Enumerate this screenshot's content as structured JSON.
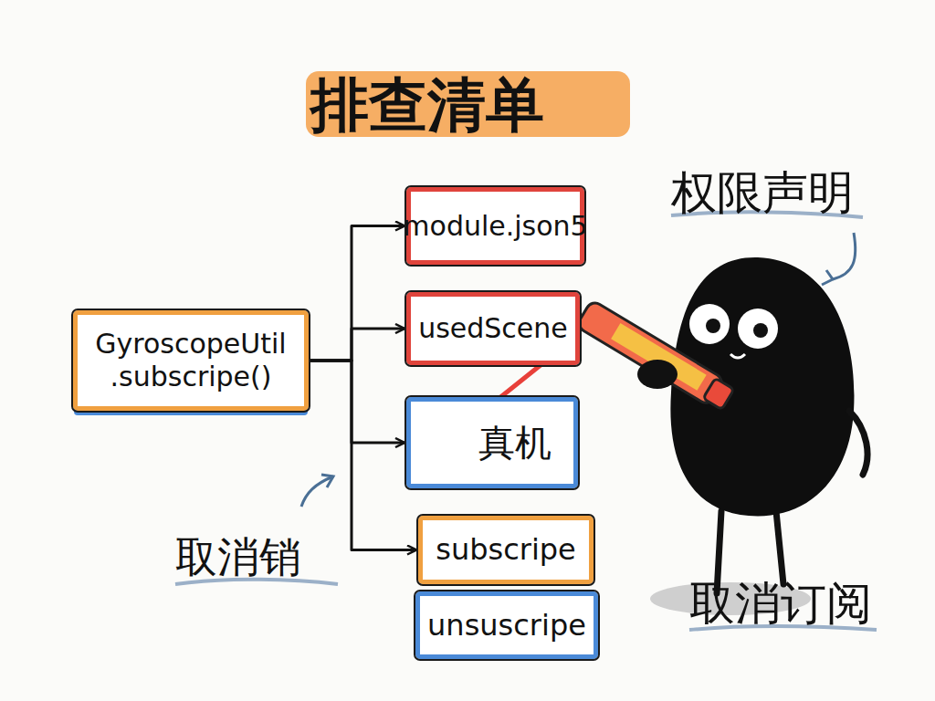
{
  "diagram": {
    "title": "排查清单",
    "nodes": [
      {
        "text": [
          "GyroscopeUtil .subscripe()"
        ]
      },
      {
        "text": [
          "module.json5"
        ]
      },
      {
        "text": [
          "usedScene"
        ]
      },
      {
        "text": [
          "真机"
        ]
      },
      {
        "text": [
          "subscripe"
        ]
      },
      {
        "text": [
          "unsuscripe"
        ]
      }
    ],
    "edges": [
      {
        "from": 0,
        "to": 1,
        "arrow": "to"
      },
      {
        "from": 0,
        "to": 2,
        "arrow": "to"
      },
      {
        "from": 0,
        "to": 3,
        "arrow": "to"
      },
      {
        "from": 0,
        "to": 4,
        "arrow": "to"
      }
    ],
    "labels": [
      "权限声明",
      "取消销",
      "取消订阅"
    ]
  }
}
